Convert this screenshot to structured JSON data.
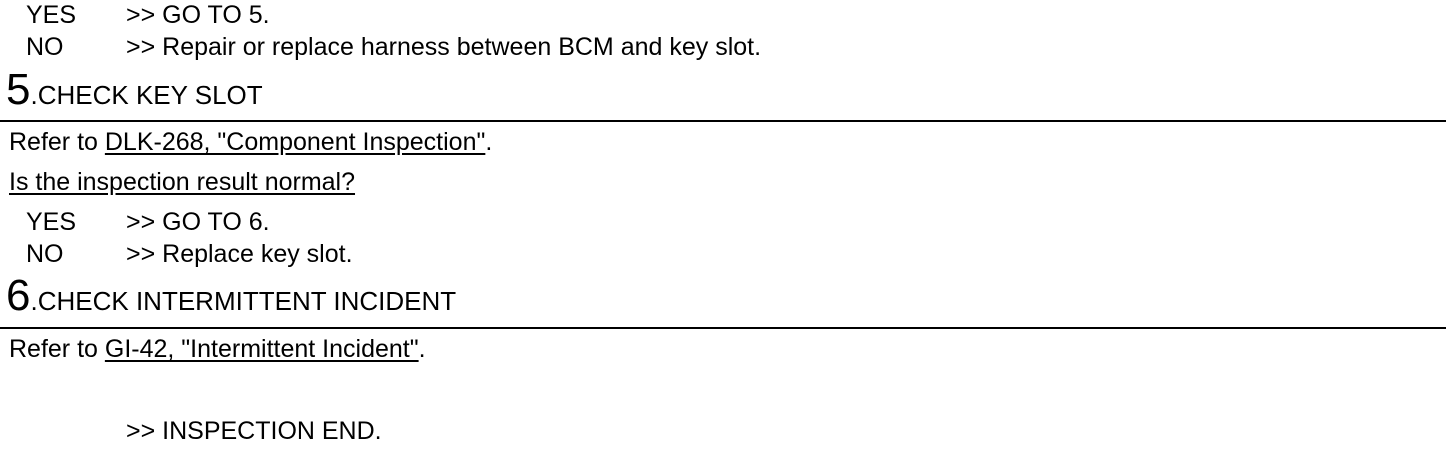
{
  "top_choices": {
    "yes_key": "YES",
    "yes_action": ">> GO TO 5.",
    "no_key": "NO",
    "no_action": ">> Repair or replace harness between BCM and key slot."
  },
  "step5": {
    "number": "5",
    "dot": ".",
    "title": "CHECK KEY SLOT",
    "refer_prefix": "Refer to ",
    "refer_link": "DLK-268, \"Component Inspection\"",
    "refer_suffix": ".",
    "question": "Is the inspection result normal?",
    "yes_key": "YES",
    "yes_action": ">> GO TO 6.",
    "no_key": "NO",
    "no_action": ">> Replace key slot."
  },
  "step6": {
    "number": "6",
    "dot": ".",
    "title": "CHECK INTERMITTENT INCIDENT",
    "refer_prefix": "Refer to ",
    "refer_link": "GI-42, \"Intermittent Incident\"",
    "refer_suffix": ".",
    "end_action": ">> INSPECTION END."
  }
}
